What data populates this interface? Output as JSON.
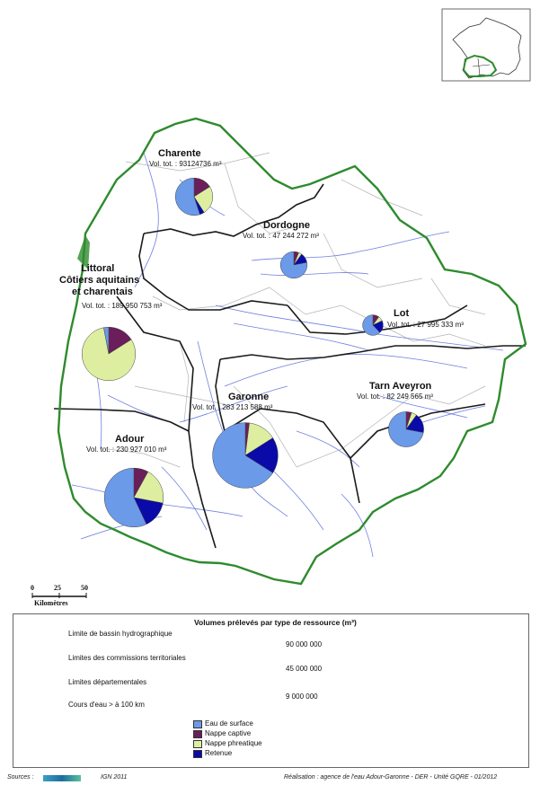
{
  "basins": [
    {
      "id": "charente",
      "name_lines": [
        "Charente"
      ],
      "volume_label": "Vol. tot. : 93124736 m³",
      "total": 93124736,
      "shares": {
        "surface": 0.55,
        "captive": 0.16,
        "phreatique": 0.25,
        "retenue": 0.04
      }
    },
    {
      "id": "dordogne",
      "name_lines": [
        "Dordogne"
      ],
      "volume_label": "Vol. tot. : 47 244 272 m³",
      "total": 47244272,
      "shares": {
        "surface": 0.78,
        "captive": 0.06,
        "phreatique": 0.04,
        "retenue": 0.12
      }
    },
    {
      "id": "littoral",
      "name_lines": [
        "Littoral",
        "Côtiers aquitains",
        "et charentais"
      ],
      "volume_label": "Vol. tot. : 189 950 753 m³",
      "total": 189950753,
      "shares": {
        "surface": 0.03,
        "captive": 0.16,
        "phreatique": 0.81,
        "retenue": 0.0
      }
    },
    {
      "id": "lot",
      "name_lines": [
        "Lot"
      ],
      "volume_label": "Vol. tot. : 27 995 333 m³",
      "total": 27995333,
      "shares": {
        "surface": 0.62,
        "captive": 0.1,
        "phreatique": 0.08,
        "retenue": 0.2
      }
    },
    {
      "id": "tarn",
      "name_lines": [
        "Tarn Aveyron"
      ],
      "volume_label": "Vol. tot. : 82 249 565 m³",
      "total": 82249565,
      "shares": {
        "surface": 0.72,
        "captive": 0.05,
        "phreatique": 0.05,
        "retenue": 0.18
      }
    },
    {
      "id": "garonne",
      "name_lines": [
        "Garonne"
      ],
      "volume_label": "Vol. tot. : 283 213 588 m³",
      "total": 283213588,
      "shares": {
        "surface": 0.66,
        "captive": 0.02,
        "phreatique": 0.14,
        "retenue": 0.18
      }
    },
    {
      "id": "adour",
      "name_lines": [
        "Adour"
      ],
      "volume_label": "Vol. tot. : 230 927 010 m³",
      "total": 230927010,
      "shares": {
        "surface": 0.57,
        "captive": 0.08,
        "phreatique": 0.2,
        "retenue": 0.15
      }
    }
  ],
  "scale": {
    "ticks": [
      "0",
      "25",
      "50"
    ],
    "unit": "Kilomètres"
  },
  "legend": {
    "boundary_items": [
      {
        "label": "Limite de bassin hydrographique",
        "color": "#2e8b2e"
      },
      {
        "label": "Limites des commissions territoriales",
        "color": "#222222"
      },
      {
        "label": "Limites départementales",
        "color": "#aaaaaa"
      },
      {
        "label": "Cours d'eau > à 100 km",
        "color": "#6f7fe0"
      }
    ],
    "volumes_title": "Volumes prélevés par type de ressource (m³)",
    "volume_refs": [
      {
        "label": "90 000 000",
        "value": 90000000
      },
      {
        "label": "45 000 000",
        "value": 45000000
      },
      {
        "label": "9 000 000",
        "value": 9000000
      }
    ],
    "resource_types": [
      {
        "key": "surface",
        "label": "Eau de surface",
        "color": "#6b9ae8"
      },
      {
        "key": "captive",
        "label": "Nappe captive",
        "color": "#6a1e5a"
      },
      {
        "key": "phreatique",
        "label": "Nappe phreatique",
        "color": "#ddeea0"
      },
      {
        "key": "retenue",
        "label": "Retenue",
        "color": "#0a0aa8"
      }
    ]
  },
  "footer": {
    "sources_label": "Sources :",
    "ign": "IGN 2011",
    "realisation": "Réalisation : agence de l'eau Adour-Garonne - DER - Unité GQRE - 01/2012"
  }
}
